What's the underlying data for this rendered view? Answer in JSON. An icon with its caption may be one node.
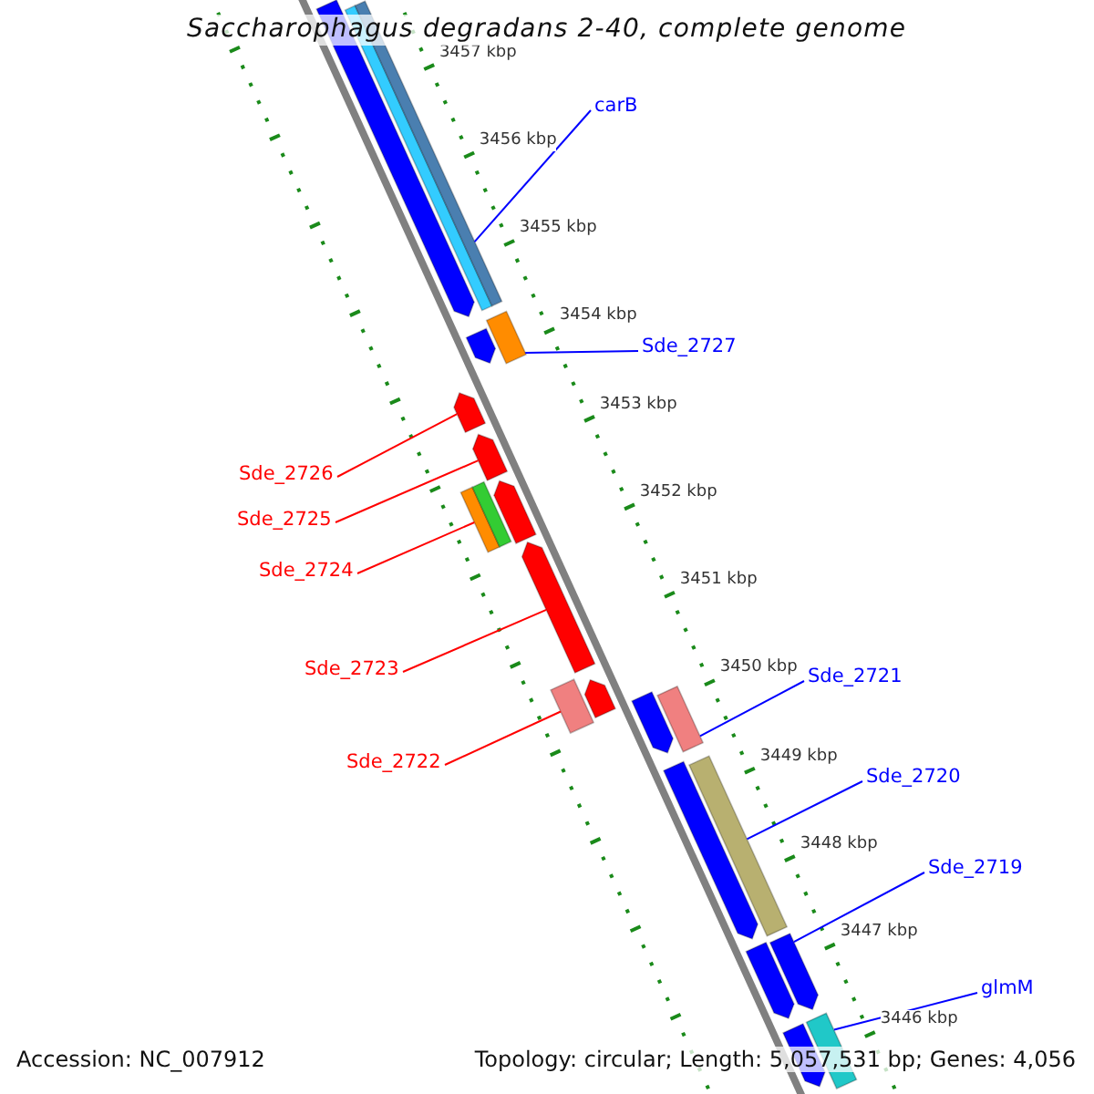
{
  "diagram": {
    "title": "Saccharophagus degradans 2-40, complete genome",
    "nodes": [
      {
        "text": [
          "carB"
        ]
      },
      {
        "text": [],
        "shape": "box"
      },
      {
        "text": [
          "Sde_2727"
        ]
      },
      {
        "text": [],
        "shape": "box"
      },
      {
        "text": [
          "Sde_2726"
        ]
      },
      {
        "text": [],
        "shape": "arrow"
      },
      {
        "text": [
          "Sde_2725"
        ]
      },
      {
        "text": [],
        "shape": "arrow"
      },
      {
        "text": [
          "Sde_2724"
        ]
      },
      {
        "text": [],
        "shape": "box"
      },
      {
        "text": [
          "Sde_2723"
        ]
      },
      {
        "text": [],
        "shape": "arrow"
      },
      {
        "text": [
          "Sde_2721"
        ]
      },
      {
        "text": [],
        "shape": "box"
      },
      {
        "text": [
          "Sde_2722"
        ]
      },
      {
        "text": [],
        "shape": "box"
      },
      {
        "text": [
          "Sde_2720"
        ]
      },
      {
        "text": [],
        "shape": "box"
      },
      {
        "text": [
          "Sde_2719"
        ]
      },
      {
        "text": [],
        "shape": "arrow"
      },
      {
        "text": [
          "glmM"
        ]
      },
      {
        "text": [],
        "shape": "box"
      },
      {
        "text": [],
        "shape": "arrow"
      },
      {
        "text": [],
        "shape": "arrow"
      },
      {
        "text": [],
        "shape": "arrow"
      },
      {
        "text": [],
        "shape": "arrow"
      },
      {
        "text": [],
        "shape": "arrow"
      },
      {
        "text": [],
        "shape": "arrow"
      },
      {
        "text": [],
        "shape": "arrow"
      },
      {
        "text": [],
        "shape": "box"
      },
      {
        "text": [],
        "shape": "arrow"
      }
    ],
    "edges": [
      {
        "from": 0,
        "to": 1,
        "arrow": "none"
      },
      {
        "from": 2,
        "to": 3,
        "arrow": "none"
      },
      {
        "from": 4,
        "to": 5,
        "arrow": "none",
        "color": "#ff0000"
      },
      {
        "from": 6,
        "to": 7,
        "arrow": "none",
        "color": "#ff0000"
      },
      {
        "from": 8,
        "to": 9,
        "arrow": "none",
        "color": "#ff0000"
      },
      {
        "from": 10,
        "to": 11,
        "arrow": "none",
        "color": "#ff0000"
      },
      {
        "from": 12,
        "to": 13,
        "arrow": "none"
      },
      {
        "from": 14,
        "to": 15,
        "arrow": "none",
        "color": "#ff0000"
      },
      {
        "from": 16,
        "to": 17,
        "arrow": "none"
      },
      {
        "from": 18,
        "to": 19,
        "arrow": "none"
      },
      {
        "from": 20,
        "to": 21,
        "arrow": "none"
      }
    ],
    "labels": [
      "3457 kbp",
      "3456 kbp",
      "3455 kbp",
      "3454 kbp",
      "3453 kbp",
      "3452 kbp",
      "3451 kbp",
      "3450 kbp",
      "3449 kbp",
      "3448 kbp",
      "3447 kbp",
      "3446 kbp",
      "Accession: NC_007912",
      "Topology: circular; Length: 5,057,531 bp; Genes: 4,056"
    ]
  }
}
